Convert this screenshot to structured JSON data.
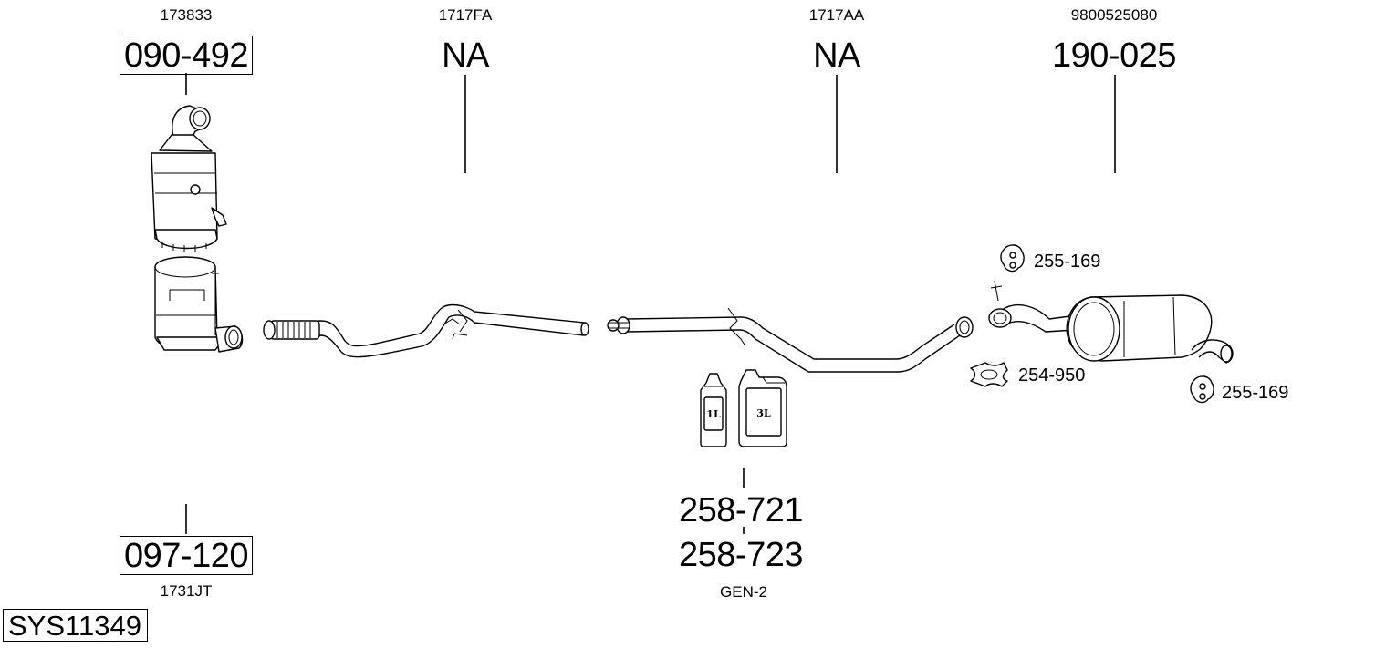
{
  "diagram": {
    "system_code": "SYS11349",
    "parts": [
      {
        "id": "catalyst",
        "oem_ref": "173833",
        "part_number": "090-492"
      },
      {
        "id": "dpf",
        "oem_ref": "1731JT",
        "part_number": "097-120"
      },
      {
        "id": "front-pipe",
        "oem_ref": "1717FA",
        "part_number": "NA"
      },
      {
        "id": "middle-pipe",
        "oem_ref": "1717AA",
        "part_number": "NA"
      },
      {
        "id": "rear-silencer",
        "oem_ref": "9800525080",
        "part_number": "190-025"
      },
      {
        "id": "additive-1l",
        "part_number": "258-721",
        "container_label": "1L"
      },
      {
        "id": "additive-3l",
        "part_number": "258-723",
        "container_label": "3L",
        "type_note": "GEN-2"
      }
    ],
    "accessories": [
      {
        "id": "rubber-mount-top",
        "part_number": "255-169"
      },
      {
        "id": "gasket-clamp",
        "part_number": "254-950"
      },
      {
        "id": "rubber-mount-rear",
        "part_number": "255-169"
      }
    ]
  }
}
